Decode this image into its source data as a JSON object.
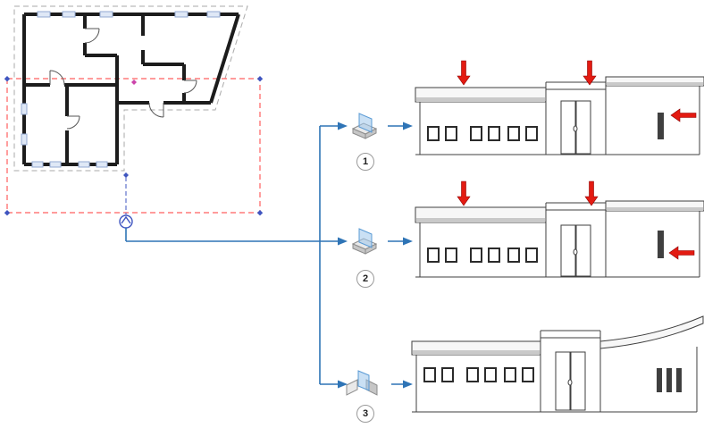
{
  "colors": {
    "connector-blue": "#2e74b6",
    "clip-red": "#e31b12",
    "crop-red": "#ff5f5f",
    "section-blue": "#3f55c0",
    "wall-black": "#1c1c1c"
  },
  "views": [
    {
      "number": "1",
      "icon": "section-plane-icon"
    },
    {
      "number": "2",
      "icon": "section-plane-icon"
    },
    {
      "number": "3",
      "icon": "section-box-icon"
    }
  ]
}
